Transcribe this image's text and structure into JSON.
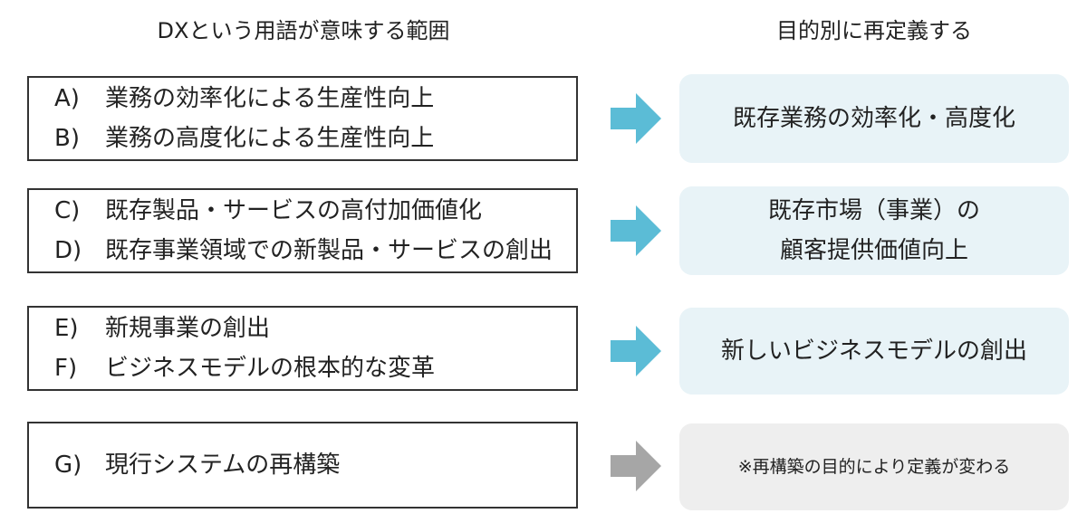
{
  "headers": {
    "left": "DXという用語が意味する範囲",
    "right": "目的別に再定義する"
  },
  "rows": [
    {
      "items": [
        {
          "key": "A)",
          "text": "業務の効率化による生産性向上"
        },
        {
          "key": "B)",
          "text": "業務の高度化による生産性向上"
        }
      ],
      "arrow_color": "#5bbcd6",
      "right_style": "blue",
      "right_lines": [
        "既存業務の効率化・高度化"
      ]
    },
    {
      "items": [
        {
          "key": "C)",
          "text": "既存製品・サービスの高付加価値化"
        },
        {
          "key": "D)",
          "text": "既存事業領域での新製品・サービスの創出"
        }
      ],
      "arrow_color": "#5bbcd6",
      "right_style": "blue",
      "right_lines": [
        "既存市場（事業）の",
        "顧客提供価値向上"
      ]
    },
    {
      "items": [
        {
          "key": "E)",
          "text": "新規事業の創出"
        },
        {
          "key": "F)",
          "text": "ビジネスモデルの根本的な変革"
        }
      ],
      "arrow_color": "#5bbcd6",
      "right_style": "blue",
      "right_lines": [
        "新しいビジネスモデルの創出"
      ]
    },
    {
      "items": [
        {
          "key": "G)",
          "text": "現行システムの再構築"
        }
      ],
      "arrow_color": "#a6a6a6",
      "right_style": "gray",
      "right_lines": [
        "※再構築の目的により定義が変わる"
      ]
    }
  ],
  "colors": {
    "blue_box": "#e8f3f7",
    "gray_box": "#eeeeee",
    "blue_arrow": "#5bbcd6",
    "gray_arrow": "#a6a6a6"
  }
}
